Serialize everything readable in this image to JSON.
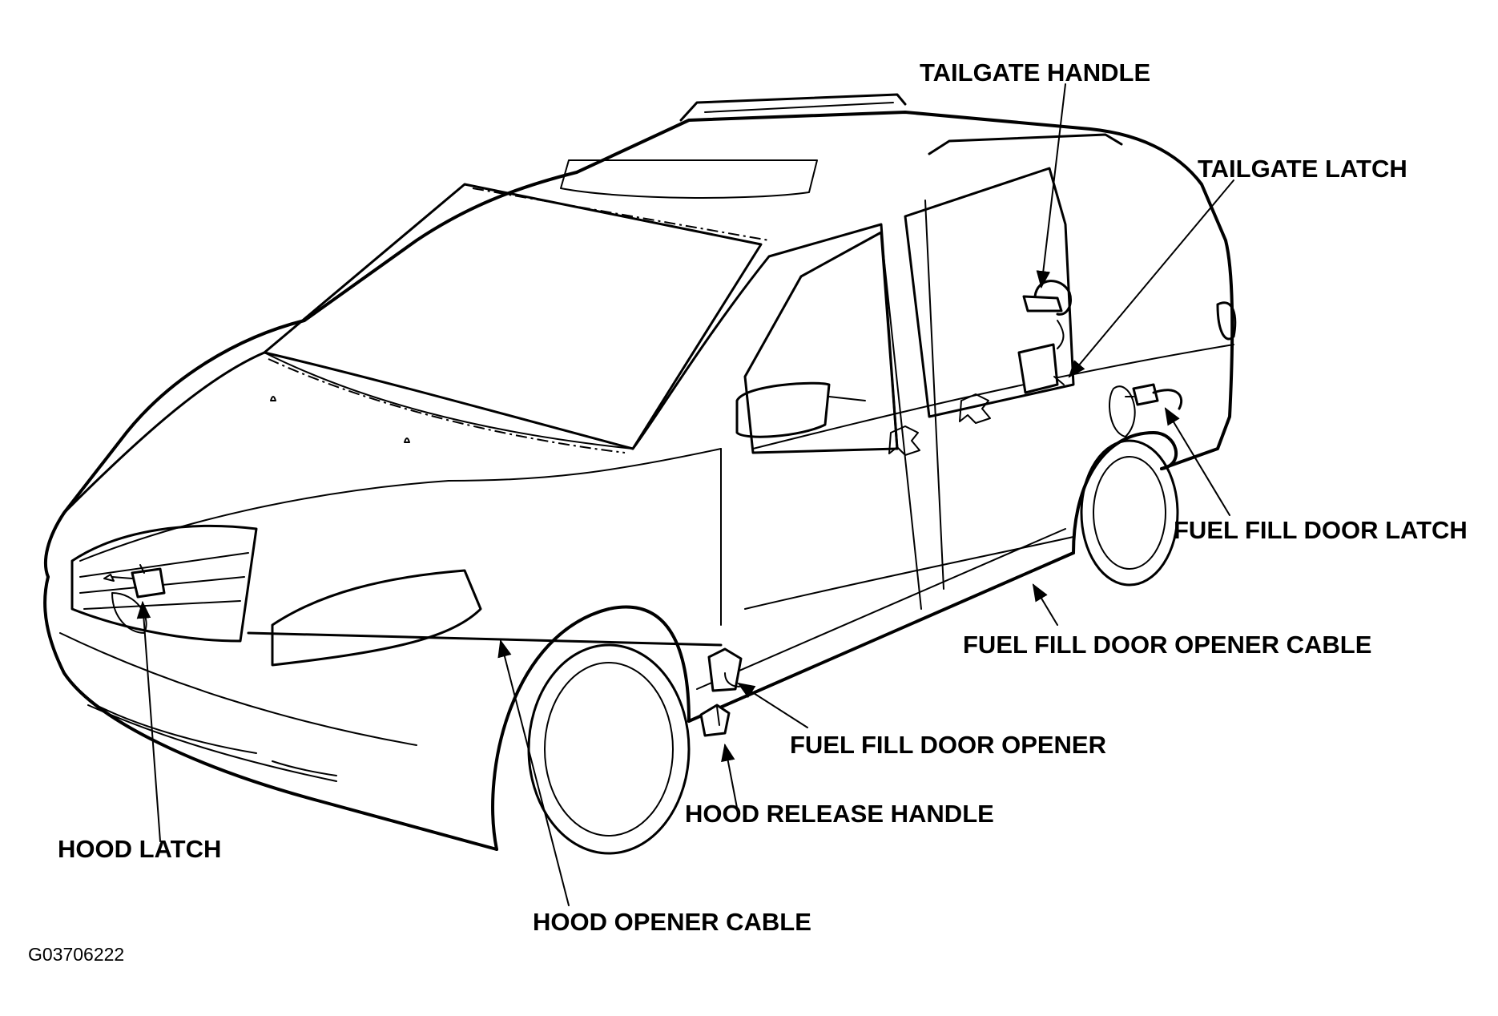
{
  "diagram": {
    "figure_id": "G03706222",
    "line_color": "#000000",
    "background": "#ffffff",
    "callouts": [
      {
        "id": "tailgate-handle",
        "label": "TAILGATE HANDLE"
      },
      {
        "id": "tailgate-latch",
        "label": "TAILGATE LATCH"
      },
      {
        "id": "fuel-fill-door-latch",
        "label": "FUEL FILL DOOR LATCH"
      },
      {
        "id": "fuel-fill-door-opener-cable",
        "label": "FUEL FILL DOOR OPENER CABLE"
      },
      {
        "id": "fuel-fill-door-opener",
        "label": "FUEL FILL DOOR OPENER"
      },
      {
        "id": "hood-release-handle",
        "label": "HOOD RELEASE HANDLE"
      },
      {
        "id": "hood-latch",
        "label": "HOOD LATCH"
      },
      {
        "id": "hood-opener-cable",
        "label": "HOOD OPENER CABLE"
      }
    ]
  }
}
